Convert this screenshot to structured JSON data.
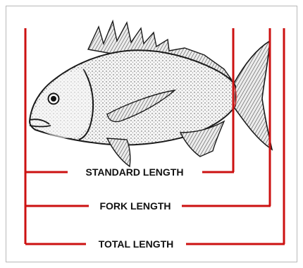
{
  "diagram": {
    "labels": {
      "standard": "STANDARD LENGTH",
      "fork": "FORK LENGTH",
      "total": "TOTAL LENGTH"
    },
    "colors": {
      "measure_line": "#cc1111",
      "label_text": "#111111",
      "fish_body": "#f4f4f4",
      "fish_outline": "#1a1a1a"
    },
    "icons": [
      "fish-illustration"
    ]
  }
}
